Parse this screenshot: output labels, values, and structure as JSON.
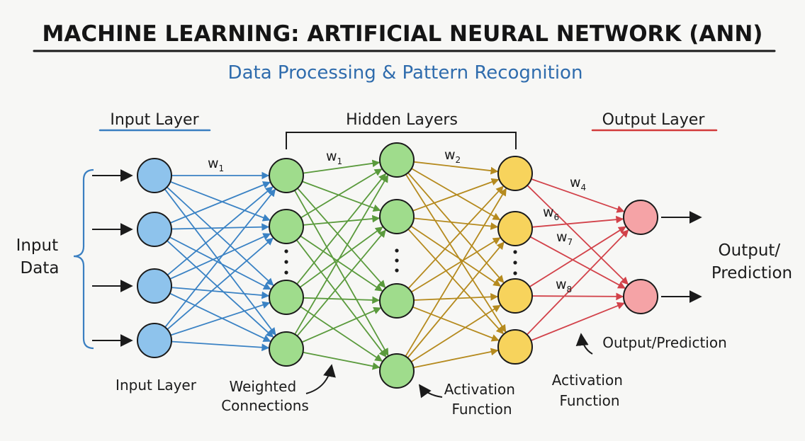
{
  "title": "MACHINE LEARNING: ARTIFICIAL NEURAL NETWORK (ANN)",
  "subtitle": "Data Processing & Pattern Recognition",
  "headers": {
    "input": "Input Layer",
    "hidden": "Hidden Layers",
    "output": "Output Layer"
  },
  "input_data_label": [
    "Input",
    "Data"
  ],
  "output_label": [
    "Output/",
    "Prediction"
  ],
  "annotations": {
    "input_layer": "Input Layer",
    "weighted_connections": [
      "Weighted",
      "Connections"
    ],
    "activation_function_1": [
      "Activation",
      "Function"
    ],
    "activation_function_2": [
      "Activation",
      "Function"
    ],
    "output_prediction": "Output/Prediction"
  },
  "weights": {
    "w_input_hidden1": {
      "base": "w",
      "sub": "1"
    },
    "w_hidden1_hidden2": {
      "base": "w",
      "sub": "1"
    },
    "w_hidden2_hidden3": {
      "base": "w",
      "sub": "2"
    },
    "w_to_output_a": {
      "base": "w",
      "sub": "4"
    },
    "w_to_output_b": {
      "base": "w",
      "sub": "6"
    },
    "w_to_output_c": {
      "base": "w",
      "sub": "7"
    },
    "w_to_output_d": {
      "base": "w",
      "sub": "8"
    }
  },
  "colors": {
    "input": "#8ec3ec",
    "hidden1": "#9fdc8c",
    "hidden2": "#9fdc8c",
    "hidden3": "#f7d35c",
    "output": "#f5a3a6",
    "blue_edges": "#3a82c4",
    "green_edges": "#5a9a3c",
    "gold_edges": "#b58a1e",
    "red_edges": "#d2424a",
    "title_underline": "#1b1b1b",
    "input_header_underline": "#3a7fc1",
    "output_header_underline": "#d23b3b",
    "subtitle": "#2f6cad"
  },
  "ellipsis": "⋮"
}
